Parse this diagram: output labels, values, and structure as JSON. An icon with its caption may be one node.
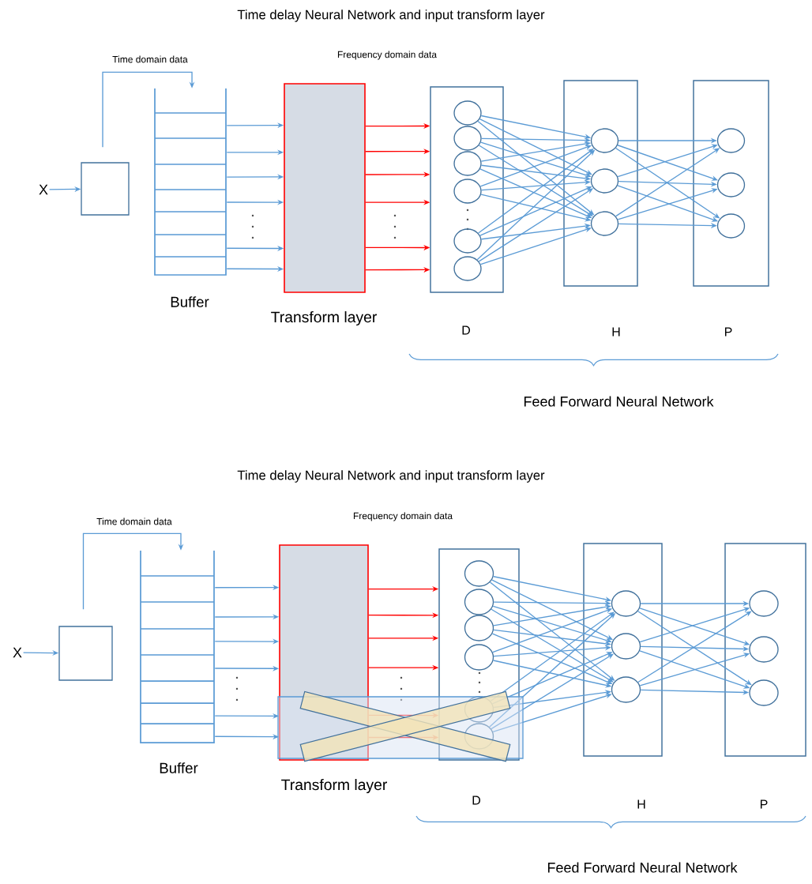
{
  "diagram": {
    "nodes": [
      {
        "text": [
          "X"
        ]
      },
      {
        "text": [],
        "shape": "box"
      },
      {
        "text": [
          "Buffer"
        ]
      },
      {
        "text": [
          "Transform layer"
        ]
      },
      {
        "text": [
          "D"
        ]
      },
      {
        "text": [
          "H"
        ]
      },
      {
        "text": [
          "P"
        ]
      },
      {
        "text": [],
        "shape": "circle",
        "in": 4
      },
      {
        "text": [],
        "shape": "circle",
        "in": 4
      },
      {
        "text": [],
        "shape": "circle",
        "in": 4
      },
      {
        "text": [],
        "shape": "circle",
        "in": 4
      },
      {
        "text": [],
        "shape": "circle",
        "in": 4
      },
      {
        "text": [],
        "shape": "circle",
        "in": 4
      },
      {
        "text": [],
        "shape": "circle",
        "in": 5
      },
      {
        "text": [],
        "shape": "circle",
        "in": 5
      },
      {
        "text": [],
        "shape": "circle",
        "in": 5
      },
      {
        "text": [],
        "shape": "circle",
        "in": 6
      },
      {
        "text": [],
        "shape": "circle",
        "in": 6
      },
      {
        "text": [],
        "shape": "circle",
        "in": 6
      },
      {
        "text": [
          "X"
        ]
      },
      {
        "text": [],
        "shape": "box"
      },
      {
        "text": [
          "Buffer"
        ]
      },
      {
        "text": [
          "Transform layer"
        ]
      },
      {
        "text": [
          "D"
        ]
      },
      {
        "text": [
          "H"
        ]
      },
      {
        "text": [
          "P"
        ]
      },
      {
        "text": [],
        "shape": "circle",
        "in": 23
      },
      {
        "text": [],
        "shape": "circle",
        "in": 23
      },
      {
        "text": [],
        "shape": "circle",
        "in": 23
      },
      {
        "text": [],
        "shape": "circle",
        "in": 23
      },
      {
        "text": [],
        "shape": "circle",
        "in": 23
      },
      {
        "text": [],
        "shape": "circle",
        "in": 23
      },
      {
        "text": [],
        "shape": "circle",
        "in": 24
      },
      {
        "text": [],
        "shape": "circle",
        "in": 24
      },
      {
        "text": [],
        "shape": "circle",
        "in": 24
      },
      {
        "text": [],
        "shape": "circle",
        "in": 25
      },
      {
        "text": [],
        "shape": "circle",
        "in": 25
      },
      {
        "text": [],
        "shape": "circle",
        "in": 25
      }
    ],
    "edges": [
      {
        "from": 0,
        "to": 1,
        "arrow": "to"
      },
      {
        "from": 1,
        "to": 2,
        "arrow": "to",
        "label": "Time domain data"
      },
      {
        "from": 2,
        "to": 3,
        "arrow": "to"
      },
      {
        "from": 2,
        "to": 3,
        "arrow": "to"
      },
      {
        "from": 2,
        "to": 3,
        "arrow": "to"
      },
      {
        "from": 2,
        "to": 3,
        "arrow": "to"
      },
      {
        "from": 2,
        "to": 3,
        "arrow": "to"
      },
      {
        "from": 2,
        "to": 3,
        "arrow": "to"
      },
      {
        "from": 3,
        "to": 4,
        "arrow": "to",
        "color": "#ff0000"
      },
      {
        "from": 3,
        "to": 4,
        "arrow": "to",
        "color": "#ff0000"
      },
      {
        "from": 3,
        "to": 4,
        "arrow": "to",
        "color": "#ff0000"
      },
      {
        "from": 3,
        "to": 4,
        "arrow": "to",
        "color": "#ff0000"
      },
      {
        "from": 3,
        "to": 4,
        "arrow": "to",
        "color": "#ff0000"
      },
      {
        "from": 3,
        "to": 4,
        "arrow": "to",
        "color": "#ff0000"
      },
      {
        "from": 7,
        "to": 13,
        "arrow": "to"
      },
      {
        "from": 7,
        "to": 14,
        "arrow": "to"
      },
      {
        "from": 7,
        "to": 15,
        "arrow": "to"
      },
      {
        "from": 8,
        "to": 13,
        "arrow": "to"
      },
      {
        "from": 8,
        "to": 14,
        "arrow": "to"
      },
      {
        "from": 8,
        "to": 15,
        "arrow": "to"
      },
      {
        "from": 9,
        "to": 13,
        "arrow": "to"
      },
      {
        "from": 9,
        "to": 14,
        "arrow": "to"
      },
      {
        "from": 9,
        "to": 15,
        "arrow": "to"
      },
      {
        "from": 10,
        "to": 13,
        "arrow": "to"
      },
      {
        "from": 10,
        "to": 14,
        "arrow": "to"
      },
      {
        "from": 10,
        "to": 15,
        "arrow": "to"
      },
      {
        "from": 11,
        "to": 13,
        "arrow": "to"
      },
      {
        "from": 11,
        "to": 14,
        "arrow": "to"
      },
      {
        "from": 11,
        "to": 15,
        "arrow": "to"
      },
      {
        "from": 12,
        "to": 13,
        "arrow": "to"
      },
      {
        "from": 12,
        "to": 14,
        "arrow": "to"
      },
      {
        "from": 12,
        "to": 15,
        "arrow": "to"
      },
      {
        "from": 13,
        "to": 16,
        "arrow": "to"
      },
      {
        "from": 13,
        "to": 17,
        "arrow": "to"
      },
      {
        "from": 13,
        "to": 18,
        "arrow": "to"
      },
      {
        "from": 14,
        "to": 16,
        "arrow": "to"
      },
      {
        "from": 14,
        "to": 17,
        "arrow": "to"
      },
      {
        "from": 14,
        "to": 18,
        "arrow": "to"
      },
      {
        "from": 15,
        "to": 16,
        "arrow": "to"
      },
      {
        "from": 15,
        "to": 17,
        "arrow": "to"
      },
      {
        "from": 15,
        "to": 18,
        "arrow": "to"
      },
      {
        "from": 19,
        "to": 20,
        "arrow": "to"
      },
      {
        "from": 20,
        "to": 21,
        "arrow": "to",
        "label": "Time domain data"
      },
      {
        "from": 21,
        "to": 22,
        "arrow": "to"
      },
      {
        "from": 21,
        "to": 22,
        "arrow": "to"
      },
      {
        "from": 21,
        "to": 22,
        "arrow": "to"
      },
      {
        "from": 21,
        "to": 22,
        "arrow": "to"
      },
      {
        "from": 21,
        "to": 22,
        "arrow": "to"
      },
      {
        "from": 21,
        "to": 22,
        "arrow": "to"
      },
      {
        "from": 22,
        "to": 23,
        "arrow": "to",
        "color": "#ff0000"
      },
      {
        "from": 22,
        "to": 23,
        "arrow": "to",
        "color": "#ff0000"
      },
      {
        "from": 22,
        "to": 23,
        "arrow": "to",
        "color": "#ff0000"
      },
      {
        "from": 22,
        "to": 23,
        "arrow": "to",
        "color": "#ff0000"
      },
      {
        "from": 22,
        "to": 23,
        "arrow": "to",
        "color": "#ff0000"
      },
      {
        "from": 22,
        "to": 23,
        "arrow": "to",
        "color": "#ff0000"
      },
      {
        "from": 26,
        "to": 32,
        "arrow": "to"
      },
      {
        "from": 26,
        "to": 33,
        "arrow": "to"
      },
      {
        "from": 26,
        "to": 34,
        "arrow": "to"
      },
      {
        "from": 27,
        "to": 32,
        "arrow": "to"
      },
      {
        "from": 27,
        "to": 33,
        "arrow": "to"
      },
      {
        "from": 27,
        "to": 34,
        "arrow": "to"
      },
      {
        "from": 28,
        "to": 32,
        "arrow": "to"
      },
      {
        "from": 28,
        "to": 33,
        "arrow": "to"
      },
      {
        "from": 28,
        "to": 34,
        "arrow": "to"
      },
      {
        "from": 29,
        "to": 32,
        "arrow": "to"
      },
      {
        "from": 29,
        "to": 33,
        "arrow": "to"
      },
      {
        "from": 29,
        "to": 34,
        "arrow": "to"
      },
      {
        "from": 30,
        "to": 32,
        "arrow": "to"
      },
      {
        "from": 30,
        "to": 33,
        "arrow": "to"
      },
      {
        "from": 30,
        "to": 34,
        "arrow": "to"
      },
      {
        "from": 31,
        "to": 32,
        "arrow": "to"
      },
      {
        "from": 31,
        "to": 33,
        "arrow": "to"
      },
      {
        "from": 31,
        "to": 34,
        "arrow": "to"
      },
      {
        "from": 32,
        "to": 35,
        "arrow": "to"
      },
      {
        "from": 32,
        "to": 36,
        "arrow": "to"
      },
      {
        "from": 32,
        "to": 37,
        "arrow": "to"
      },
      {
        "from": 33,
        "to": 35,
        "arrow": "to"
      },
      {
        "from": 33,
        "to": 36,
        "arrow": "to"
      },
      {
        "from": 33,
        "to": 37,
        "arrow": "to"
      },
      {
        "from": 34,
        "to": 35,
        "arrow": "to"
      },
      {
        "from": 34,
        "to": 36,
        "arrow": "to"
      },
      {
        "from": 34,
        "to": 37,
        "arrow": "to"
      }
    ],
    "labels": [
      "Time delay Neural Network and input transform layer",
      "Frequency domain data",
      "Feed Forward Neural Network",
      "Time delay Neural Network and input transform layer",
      "Frequency domain data",
      "Feed Forward Neural Network"
    ]
  }
}
